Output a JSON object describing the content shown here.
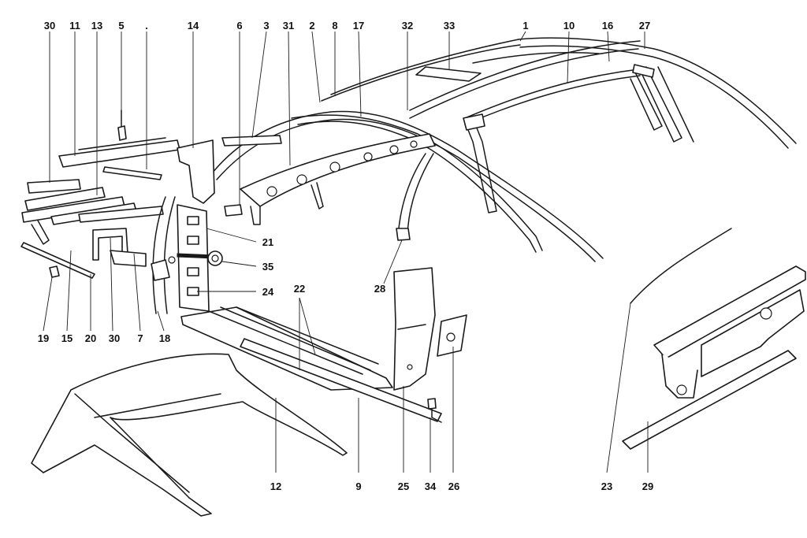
{
  "diagram": {
    "callouts_top": [
      "30",
      "11",
      "13",
      "5",
      ".",
      "14",
      "6",
      "3",
      "31",
      "2",
      "8",
      "17",
      "32",
      "33",
      "1",
      "10",
      "16",
      "27"
    ],
    "callouts_mid": [
      "21",
      "35",
      "24",
      "28"
    ],
    "callouts_bottom": [
      "19",
      "15",
      "20",
      "30",
      "7",
      "18",
      "22",
      "12",
      "9",
      "25",
      "34",
      "26",
      "23",
      "29"
    ]
  }
}
